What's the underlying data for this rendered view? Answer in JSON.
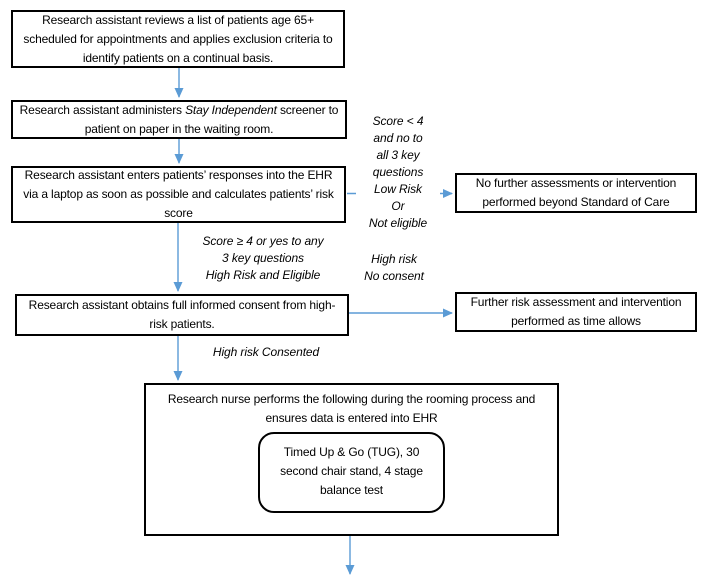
{
  "flowchart": {
    "boxes": {
      "screening": {
        "text": "Research assistant reviews a list of patients age 65+ scheduled for appointments and applies exclusion criteria to identify patients on a continual basis."
      },
      "screener": {
        "prefix": "Research assistant administers ",
        "italic": "Stay Independent",
        "suffix": " screener to patient on paper in the waiting room."
      },
      "ehr_entry": {
        "text": "Research assistant enters patients’ responses into the EHR via a laptop as soon as possible and calculates patients’ risk score"
      },
      "consent": {
        "text": "Research assistant obtains full informed consent from high-risk patients."
      },
      "no_further": {
        "text": "No further assessments or intervention performed beyond Standard of Care"
      },
      "further_risk": {
        "text": "Further risk assessment and intervention performed as time allows"
      },
      "rooming": {
        "text": "Research nurse performs the following during the rooming process and ensures data is entered into EHR"
      },
      "tests": {
        "text": "Timed Up & Go (TUG), 30 second chair stand, 4 stage balance test"
      }
    },
    "labels": {
      "low_risk": [
        "Score < 4",
        "and no to",
        "all 3 key",
        "questions",
        "Low Risk",
        "Or",
        "Not eligible"
      ],
      "high_risk_eligible": [
        "Score ≥ 4 or yes to any",
        "3 key questions",
        "High Risk and Eligible"
      ],
      "high_risk_no_consent": [
        "High risk",
        "No consent"
      ],
      "consented": "High risk Consented"
    },
    "colors": {
      "arrow": "#5B9BD5",
      "border": "#000000",
      "background": "#FFFFFF"
    }
  }
}
